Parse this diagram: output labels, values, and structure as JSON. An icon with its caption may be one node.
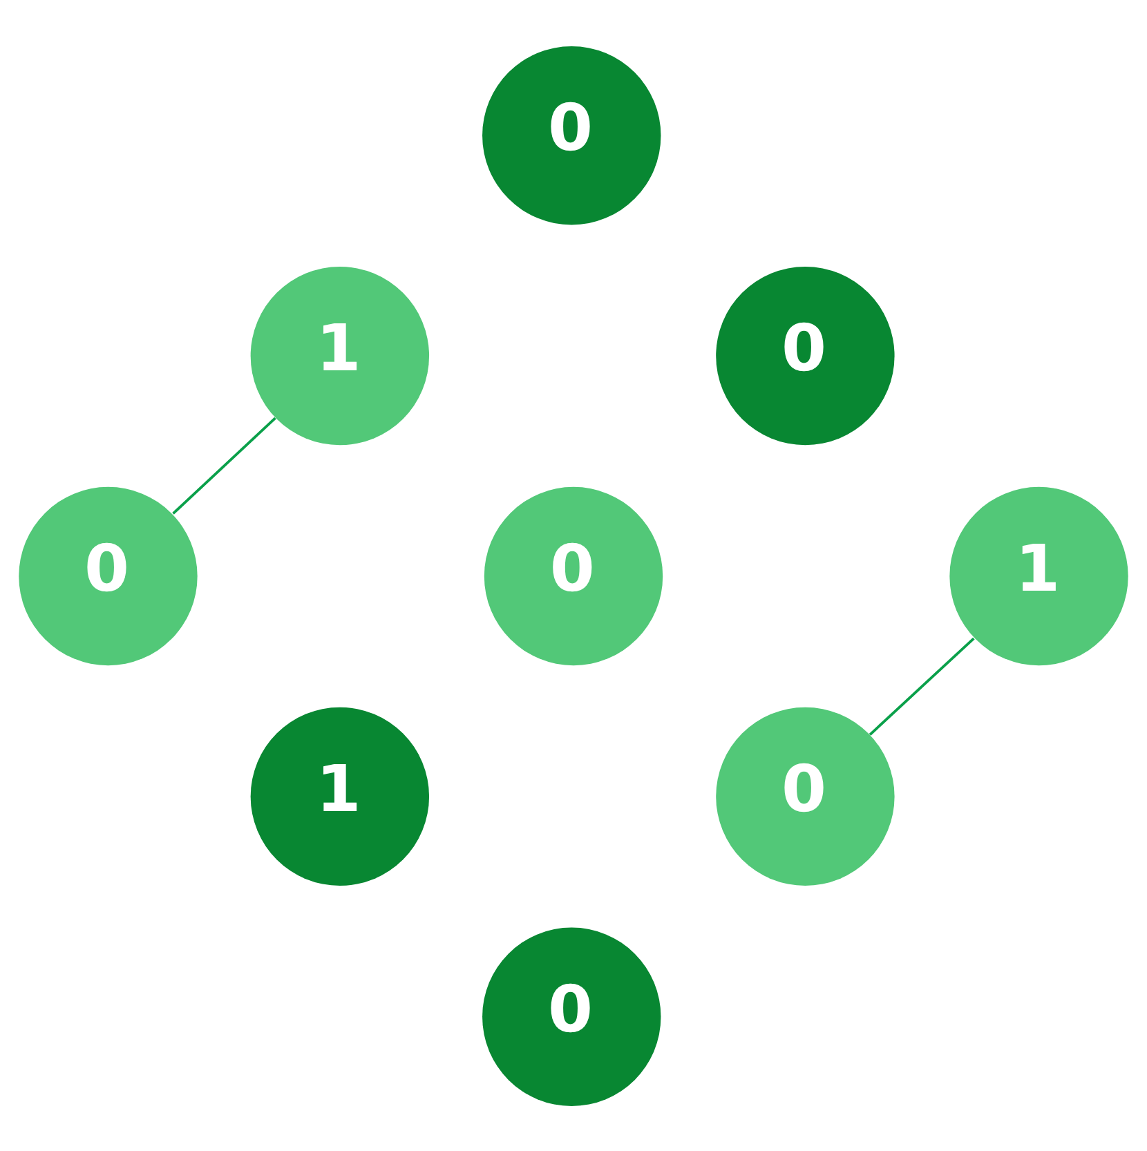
{
  "diagram": {
    "nodes": [
      {
        "text": [
          "0"
        ]
      },
      {
        "text": [
          "0"
        ]
      },
      {
        "text": [
          "1"
        ]
      },
      {
        "text": [
          "1"
        ]
      },
      {
        "text": [
          "0"
        ]
      },
      {
        "text": [
          "0"
        ]
      },
      {
        "text": [
          "0"
        ]
      },
      {
        "text": [
          "1"
        ]
      },
      {
        "text": [
          "0"
        ]
      }
    ],
    "edges": [
      {
        "from": 2,
        "to": 5,
        "arrow": "none"
      },
      {
        "from": 3,
        "to": 6,
        "arrow": "none"
      }
    ]
  }
}
